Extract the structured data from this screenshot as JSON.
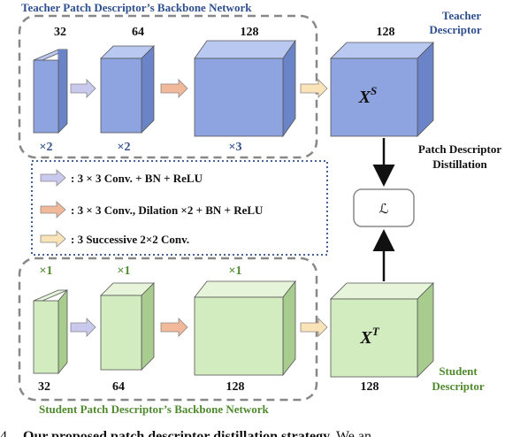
{
  "teacher": {
    "title": "Teacher Patch Descriptor’s Backbone Network",
    "descriptor_label_1": "Teacher",
    "descriptor_label_2": "Descriptor",
    "channels": [
      "32",
      "64",
      "128",
      "128"
    ],
    "multipliers": [
      "×2",
      "×2",
      "×3"
    ],
    "feature_base": "X",
    "feature_sup": "S"
  },
  "student": {
    "title": "Student Patch Descriptor’s Backbone Network",
    "descriptor_label_1": "Student",
    "descriptor_label_2": "Descriptor",
    "channels": [
      "32",
      "64",
      "128",
      "128"
    ],
    "multipliers": [
      "×1",
      "×1",
      "×1"
    ],
    "feature_base": "X",
    "feature_sup": "T"
  },
  "distillation": {
    "label_1": "Patch Descriptor",
    "label_2": "Distillation",
    "loss_symbol": "ℒ"
  },
  "legend": {
    "items": [
      ": 3 × 3 Conv. + BN + ReLU",
      ": 3 × 3 Conv., Dilation ×2 + BN + ReLU",
      ": 3 Successive 2×2 Conv."
    ]
  },
  "caption_fragment": {
    "prefix": "4.",
    "bold": "Our proposed patch descriptor distillation strategy.",
    "rest": " We an"
  },
  "colors": {
    "teacher_front": "#8ea4e0",
    "teacher_top": "#b8c8f0",
    "teacher_side": "#6b84c8",
    "student_front": "#d2ecc0",
    "student_top": "#e6f5da",
    "student_side": "#a8cc8e",
    "arrow_blue": "#c9c9ee",
    "arrow_orange": "#f2b89a",
    "arrow_yellow": "#fbe3b8"
  }
}
